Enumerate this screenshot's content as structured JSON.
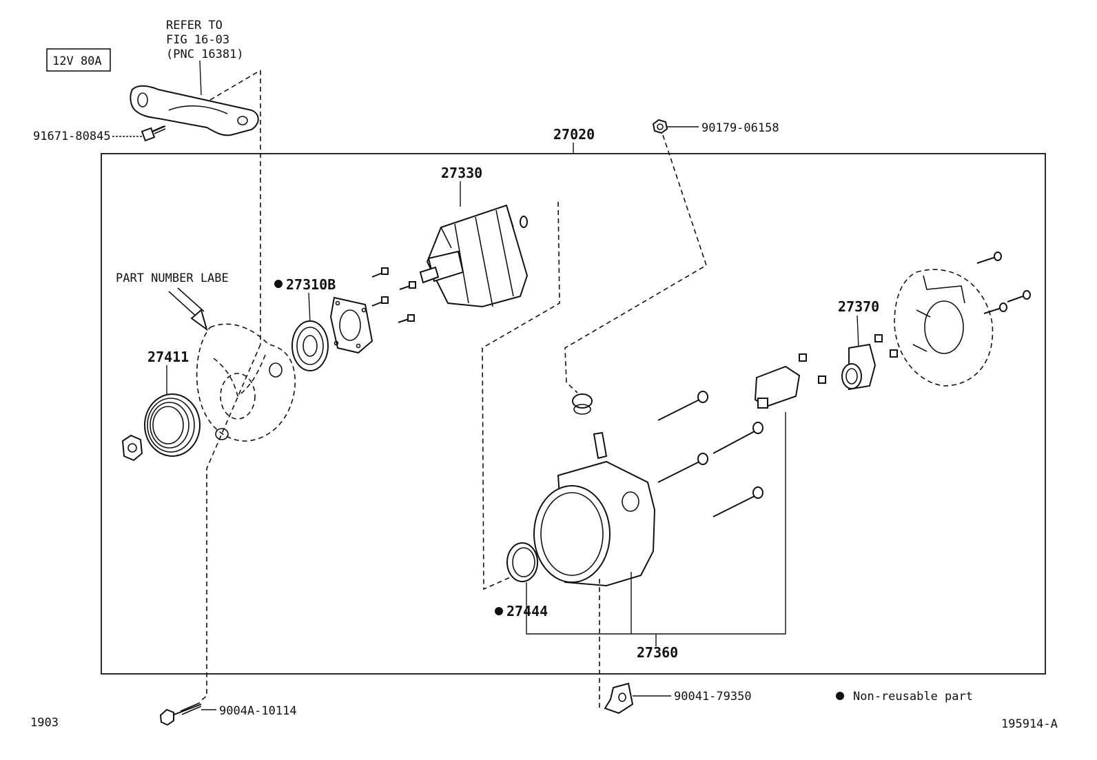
{
  "header": {
    "spec_badge": "12V 80A",
    "refer_line1": "REFER TO",
    "refer_line2": "FIG 16-03",
    "refer_line3": "(PNC 16381)"
  },
  "callouts": {
    "assembly": "27020",
    "bracket_bolt": "91671-80845",
    "nut_top": "90179-06158",
    "rotor": "27330",
    "bearing": "27310B",
    "part_label_note": "PART NUMBER LABE",
    "pulley": "27411",
    "regulator": "27370",
    "frame_group": "27360",
    "seal": "27444",
    "long_bolt": "9004A-10114",
    "bracket_clip": "90041-79350"
  },
  "legend": {
    "non_reusable": "Non-reusable part"
  },
  "footer": {
    "left_code": "1903",
    "right_code": "195914-A"
  }
}
